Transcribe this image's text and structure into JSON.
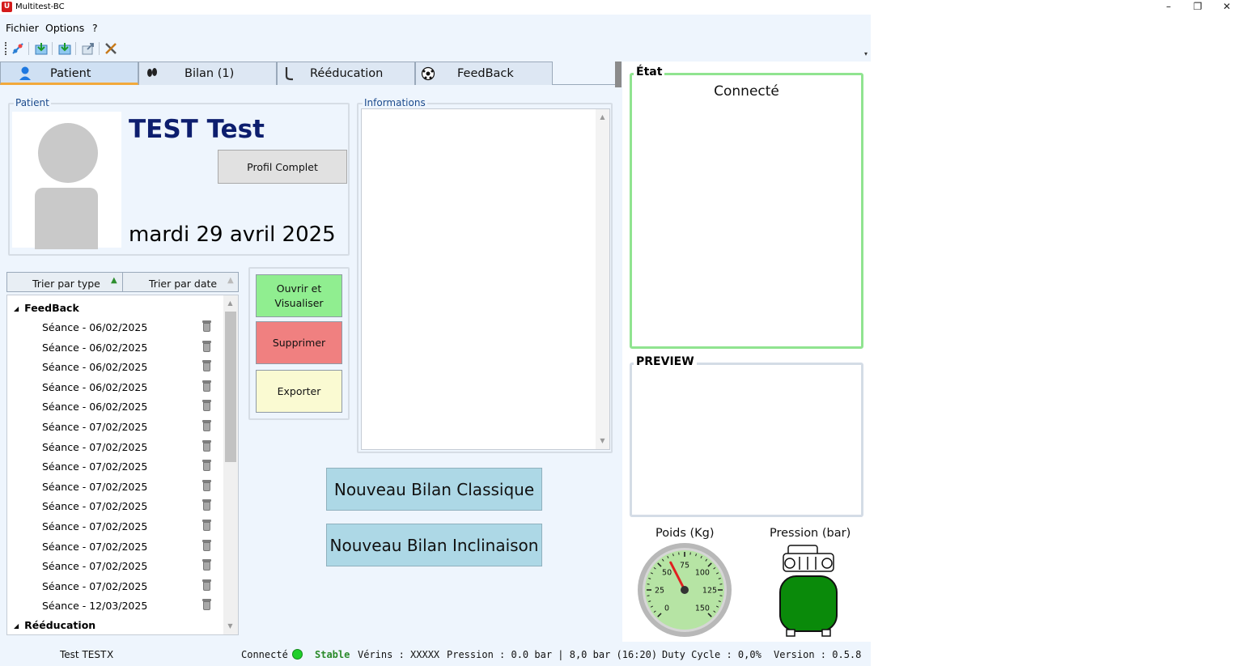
{
  "window": {
    "title": "Multitest-BC",
    "app_icon_glyph": "U",
    "minimize_glyph": "–",
    "restore_glyph": "❐",
    "close_glyph": "✕"
  },
  "menu": {
    "items": [
      "Fichier",
      "Options",
      "?"
    ]
  },
  "toolbar": {
    "buttons": [
      "connect-icon",
      "import-icon",
      "import-alt-icon",
      "export-icon",
      "tools-icon"
    ],
    "overflow_glyph": "▾"
  },
  "tabs": [
    {
      "label": "Patient",
      "icon": "person-icon",
      "active": true
    },
    {
      "label": "Bilan (1)",
      "icon": "footprints-icon",
      "active": false
    },
    {
      "label": "Rééducation",
      "icon": "foot-icon",
      "active": false
    },
    {
      "label": "FeedBack",
      "icon": "ball-icon",
      "active": false
    }
  ],
  "patient": {
    "group_title": "Patient",
    "name": "TEST Test",
    "profile_button": "Profil Complet",
    "date": "mardi 29 avril 2025"
  },
  "informations": {
    "group_title": "Informations"
  },
  "sort": {
    "by_type": "Trier par type",
    "by_date": "Trier par date"
  },
  "tree": {
    "groups": [
      {
        "label": "FeedBack",
        "items": [
          "Séance - 06/02/2025",
          "Séance - 06/02/2025",
          "Séance - 06/02/2025",
          "Séance - 06/02/2025",
          "Séance - 06/02/2025",
          "Séance - 07/02/2025",
          "Séance - 07/02/2025",
          "Séance - 07/02/2025",
          "Séance - 07/02/2025",
          "Séance - 07/02/2025",
          "Séance - 07/02/2025",
          "Séance - 07/02/2025",
          "Séance - 07/02/2025",
          "Séance - 07/02/2025",
          "Séance - 12/03/2025"
        ]
      },
      {
        "label": "Rééducation",
        "items": []
      }
    ]
  },
  "actions": {
    "open": "Ouvrir et Visualiser",
    "delete": "Supprimer",
    "export": "Exporter",
    "open_color": "#90ee90",
    "delete_color": "#f08080",
    "export_color": "#fafad2"
  },
  "big_buttons": {
    "classic": "Nouveau Bilan Classique",
    "incline": "Nouveau Bilan Inclinaison"
  },
  "etat": {
    "title": "État",
    "value": "Connecté",
    "border_color": "#90e490"
  },
  "preview": {
    "title": "PREVIEW"
  },
  "gauges": {
    "weight": {
      "label": "Poids (Kg)",
      "ticks": [
        "0",
        "25",
        "50",
        "75",
        "100",
        "125",
        "150"
      ],
      "value": 60,
      "min": 0,
      "max": 150
    },
    "pressure": {
      "label": "Pression (bar)",
      "tank_color": "#0a8a0a"
    }
  },
  "status": {
    "user": "Test TEST",
    "user_close": "X",
    "connected": "Connecté",
    "stable": "Stable",
    "verins": "Vérins : XXXXX",
    "pressure": "Pression : 0.0 bar | 8,0 bar (16:20)",
    "duty": "Duty Cycle :  0,0%",
    "version": "Version : 0.5.8"
  }
}
